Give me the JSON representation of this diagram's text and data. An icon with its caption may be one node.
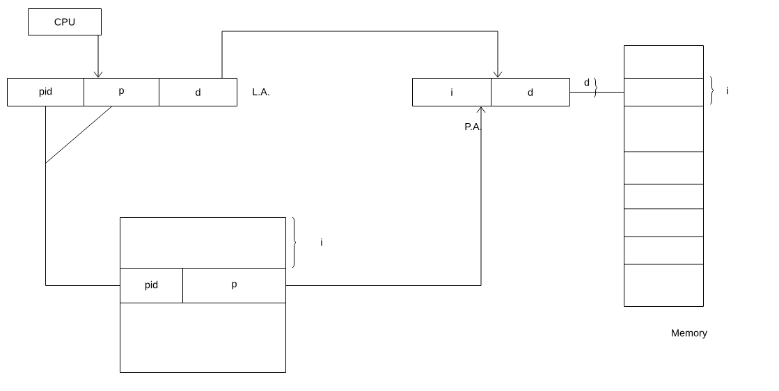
{
  "diagram": {
    "nodes": [
      {
        "text": [
          "CPU"
        ]
      },
      {
        "text": [
          "pid"
        ]
      },
      {
        "text": [
          "p"
        ]
      },
      {
        "text": [
          "d"
        ]
      },
      {
        "text": [
          "i"
        ]
      },
      {
        "text": [
          "d"
        ]
      },
      {
        "text": [],
        "shape": "box"
      },
      {
        "text": [
          "pid"
        ],
        "in": 6
      },
      {
        "text": [
          "p"
        ],
        "in": 6
      },
      {
        "text": [],
        "shape": "box"
      },
      {
        "text": [],
        "shape": "box",
        "in": 9
      }
    ],
    "edges": [
      {
        "from": 0,
        "to": 2,
        "arrow": "to"
      },
      {
        "from": 3,
        "to": 5,
        "arrow": "to"
      },
      {
        "from": 1,
        "to": 7,
        "arrow": "none"
      },
      {
        "from": 2,
        "to": 7,
        "arrow": "none"
      },
      {
        "from": 8,
        "to": 4,
        "arrow": "to"
      },
      {
        "from": 5,
        "to": 10,
        "arrow": "none"
      }
    ],
    "labels": [
      "L.A.",
      "P.A.",
      "d",
      "i",
      "i",
      "Memory"
    ]
  }
}
